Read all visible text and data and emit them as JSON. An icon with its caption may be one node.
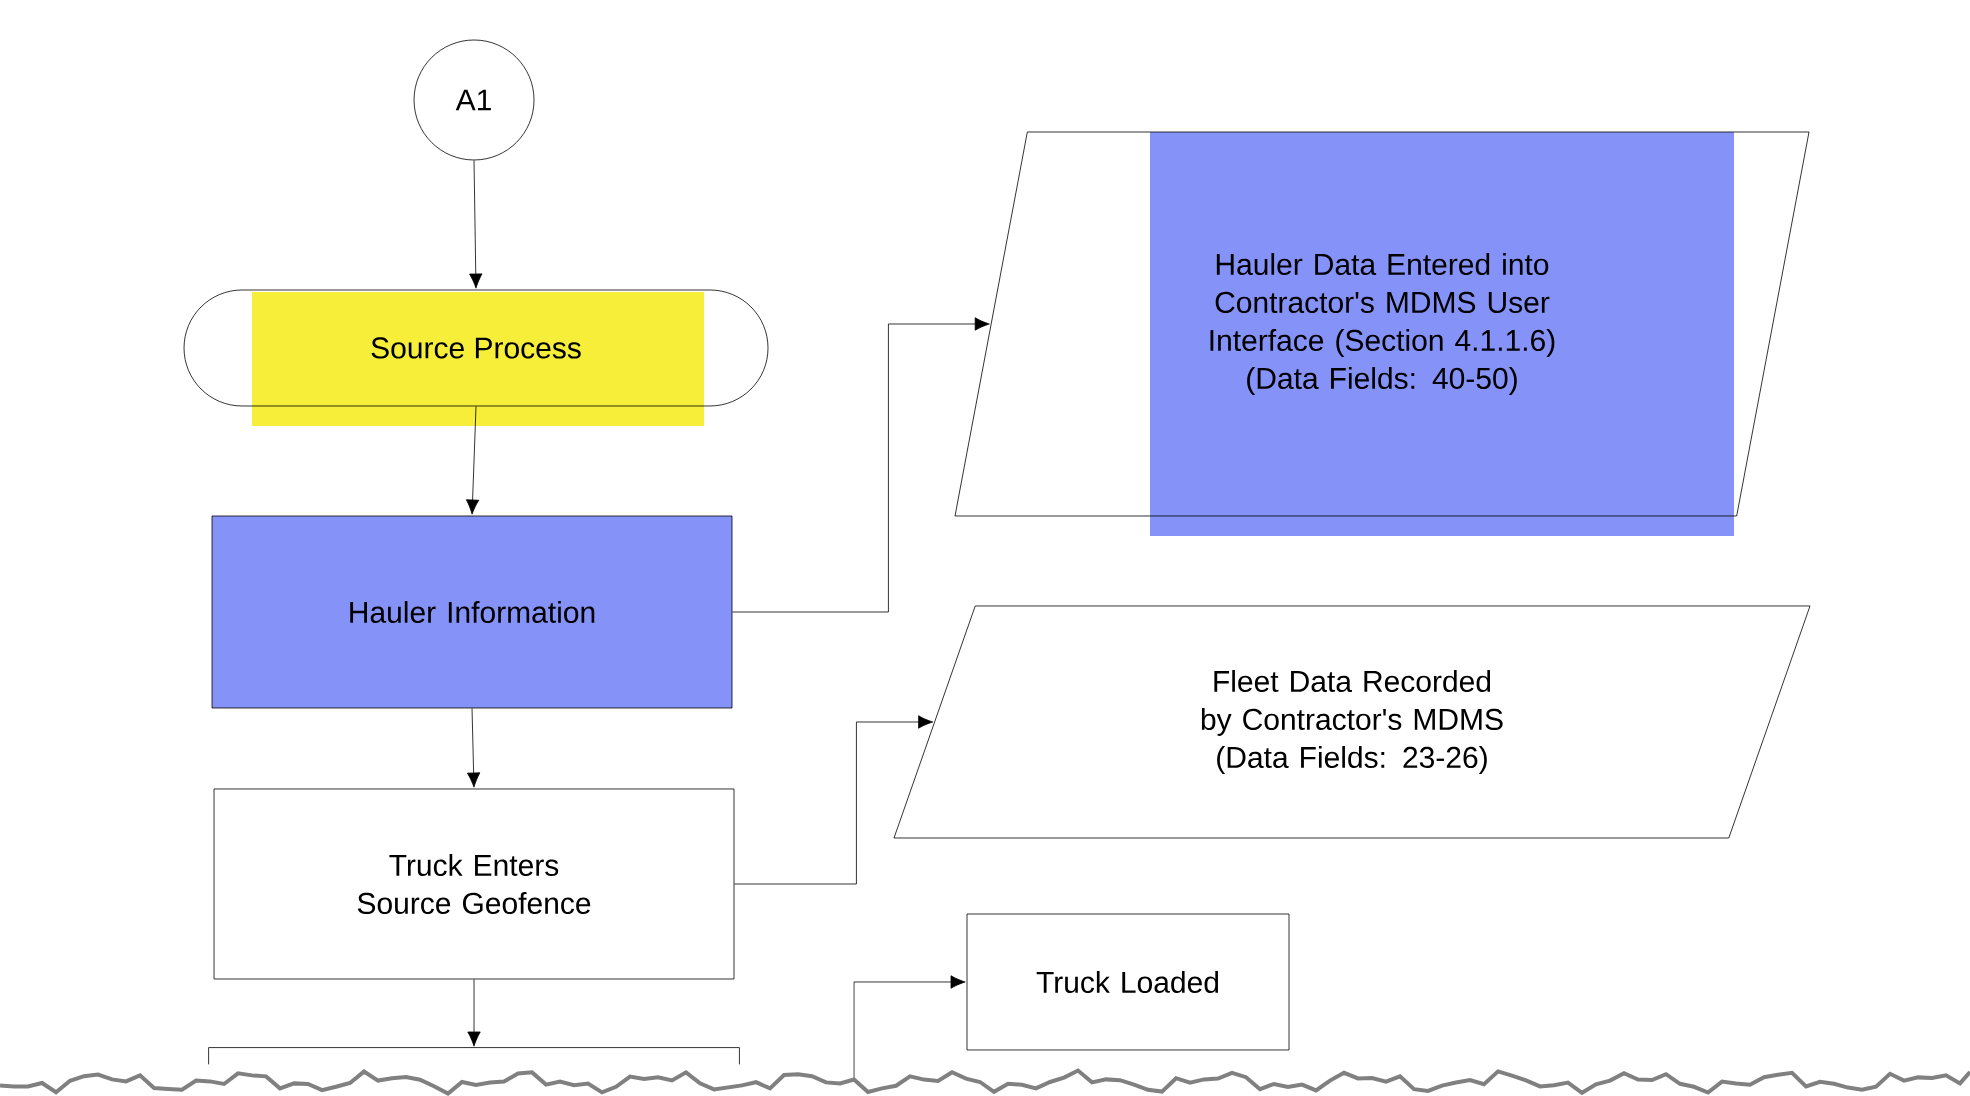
{
  "diagram": {
    "nodes": [
      {
        "text": [
          "A1"
        ]
      },
      {
        "text": [
          "Source Process"
        ]
      },
      {
        "text": [
          "Hauler Information"
        ]
      },
      {
        "text": [
          "Hauler Data Entered into Contractor's MDMS User Interface (Section 4.1.1.6) (Data Fields: 40-50)"
        ]
      },
      {
        "text": [
          "Fleet Data Recorded by Contractor's MDMS (Data Fields: 23-26)"
        ]
      },
      {
        "text": [
          "Truck Enters Source Geofence"
        ]
      },
      {
        "text": [
          "Truck Loaded"
        ]
      },
      {
        "text": [],
        "shape": "box"
      }
    ],
    "edges": [
      {
        "from": 0,
        "to": 1,
        "arrow": "to"
      },
      {
        "from": 1,
        "to": 2,
        "arrow": "to"
      },
      {
        "from": 2,
        "to": 3,
        "arrow": "to"
      },
      {
        "from": 2,
        "to": 5,
        "arrow": "to"
      },
      {
        "from": 5,
        "to": 4,
        "arrow": "to"
      },
      {
        "from": 5,
        "to": 7,
        "arrow": "to"
      },
      {
        "from": null,
        "to": 6,
        "arrow": "to"
      }
    ]
  }
}
